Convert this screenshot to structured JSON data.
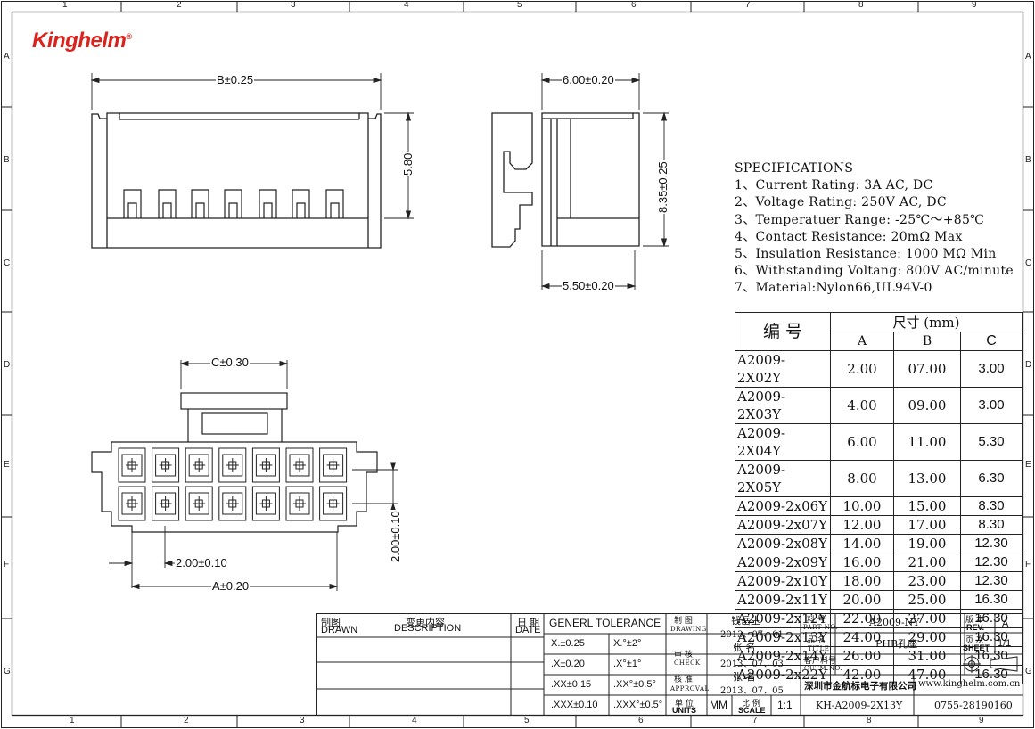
{
  "brand": {
    "name": "Kinghelm",
    "mark": "®"
  },
  "zones": {
    "columns": [
      "1",
      "2",
      "3",
      "4",
      "5",
      "6",
      "7",
      "8",
      "9"
    ],
    "rows": [
      "A",
      "B",
      "C",
      "D",
      "E",
      "F",
      "G"
    ]
  },
  "dimensions": {
    "b": "B±0.25",
    "h580": "5.80",
    "w600": "6.00±0.20",
    "h835": "8.35±0.25",
    "w550": "5.50±0.20",
    "c": "C±0.30",
    "p200h": "2.00±0.10",
    "p200v": "2.00±0.10",
    "a": "A±0.20"
  },
  "specifications": {
    "title": "SPECIFICATIONS",
    "items": [
      "1、Current Rating: 3A AC, DC",
      "2、Voltage Rating: 250V AC, DC",
      "3、Temperatuer Range: -25℃～+85℃",
      "4、Contact Resistance: 20mΩ Max",
      "5、Insulation Resistance: 1000 MΩ Min",
      "6、Withstanding Voltang: 800V AC/minute",
      "7、Material:Nylon66,UL94V-0"
    ]
  },
  "part_table": {
    "header_code": "编  号",
    "header_size": "尺寸 (mm)",
    "col_a": "A",
    "col_b": "B",
    "col_c": "C",
    "rows": [
      {
        "code": "A2009-2X02Y",
        "a": "2.00",
        "b": "07.00",
        "c": "3.00"
      },
      {
        "code": "A2009-2X03Y",
        "a": "4.00",
        "b": "09.00",
        "c": "3.00"
      },
      {
        "code": "A2009-2X04Y",
        "a": "6.00",
        "b": "11.00",
        "c": "5.30"
      },
      {
        "code": "A2009-2X05Y",
        "a": "8.00",
        "b": "13.00",
        "c": "6.30"
      },
      {
        "code": "A2009-2x06Y",
        "a": "10.00",
        "b": "15.00",
        "c": "8.30"
      },
      {
        "code": "A2009-2x07Y",
        "a": "12.00",
        "b": "17.00",
        "c": "8.30"
      },
      {
        "code": "A2009-2x08Y",
        "a": "14.00",
        "b": "19.00",
        "c": "12.30"
      },
      {
        "code": "A2009-2x09Y",
        "a": "16.00",
        "b": "21.00",
        "c": "12.30"
      },
      {
        "code": "A2009-2x10Y",
        "a": "18.00",
        "b": "23.00",
        "c": "12.30"
      },
      {
        "code": "A2009-2x11Y",
        "a": "20.00",
        "b": "25.00",
        "c": "16.30"
      },
      {
        "code": "A2009-2x12Y",
        "a": "22.00",
        "b": "27.00",
        "c": "16.30"
      },
      {
        "code": "A2009-2x13Y",
        "a": "24.00",
        "b": "29.00",
        "c": "16.30"
      },
      {
        "code": "A2009-2x14Y",
        "a": "26.00",
        "b": "31.00",
        "c": "16.30"
      },
      {
        "code": "A2009-2x22Y",
        "a": "42.00",
        "b": "47.00",
        "c": "16.30"
      }
    ]
  },
  "title_block": {
    "drawn_cn": "制图",
    "drawn_en": "DRAWN",
    "desc_cn": "变更内容",
    "desc_en": "DESCRIPTION",
    "date_cn": "日 期",
    "date_en": "DATE",
    "tol_title": "GENERL  TOLERANCE",
    "tol": [
      [
        "X.±0.25",
        "X.°±2°"
      ],
      [
        ".X±0.20",
        ".X°±1°"
      ],
      [
        ".XX±0.15",
        ".XX°±0.5°"
      ],
      [
        ".XXX±0.10",
        ".XXX°±0.5°"
      ]
    ],
    "drawing_cn": "制  图",
    "drawing_en": "DRAWING",
    "drawer": "钱岳生",
    "drawing_date": "2013、07、01",
    "check_cn": "审  核",
    "check_en": "CHECK",
    "checker": "张  名",
    "check_date": "2013、07、03",
    "approval_cn": "核  准",
    "approval_en": "APPROVAL",
    "approver": "张  名",
    "approval_date": "2013、07、05",
    "units_cn": "单 位",
    "units_en": "UNITS",
    "units_val": "MM",
    "scale_cn": "比 例",
    "scale_en": "SCALE",
    "scale_val": "1:1",
    "partno_cn": "料  号",
    "partno_en": "PART NO.",
    "partno_val": "A2009-NY",
    "title_cn": "品  名",
    "title_en": "TITLE",
    "title_val": "PHB孔座",
    "cust_cn": "客户料号",
    "cust_en": "CUTM.NO.",
    "rev_cn": "版  本",
    "rev_en": "REV.",
    "rev_val": "A",
    "sheet_cn": "页  次",
    "sheet_en": "SHEET",
    "sheet_val": "1/1",
    "company": "深圳市金航标电子有限公司",
    "website": "www.kinghelm.com.cn",
    "drawing_no": "KH-A2009-2X13Y",
    "phone": "0755-28190160"
  }
}
